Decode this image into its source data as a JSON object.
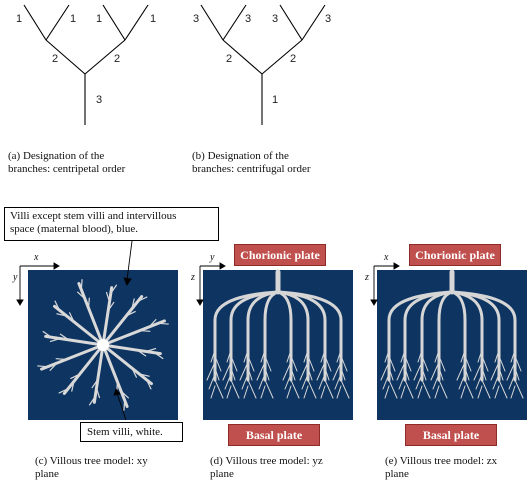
{
  "tree_a": {
    "labels": {
      "leaf_1": "1",
      "leaf_2": "1",
      "leaf_3": "1",
      "leaf_4": "1",
      "mid_left": "2",
      "mid_right": "2",
      "trunk": "3"
    },
    "caption_line1": "(a) Designation of the",
    "caption_line2": "branches: centripetal order"
  },
  "tree_b": {
    "labels": {
      "leaf_1": "3",
      "leaf_2": "3",
      "leaf_3": "3",
      "leaf_4": "3",
      "mid_left": "2",
      "mid_right": "2",
      "trunk": "1"
    },
    "caption_line1": "(b) Designation of the",
    "caption_line2": "branches: centrifugal order"
  },
  "callouts": {
    "villi_line1": "Villi except stem villi and intervillous",
    "villi_line2": "space (maternal blood), blue.",
    "stem": "Stem villi, white."
  },
  "panel_c": {
    "axis_h": "x",
    "axis_v": "y",
    "caption_line1": "(c) Villous tree model: xy",
    "caption_line2": "plane"
  },
  "panel_d": {
    "axis_h": "y",
    "axis_v": "z",
    "top_label": "Chorionic plate",
    "bottom_label": "Basal plate",
    "caption_line1": "(d) Villous tree model: yz",
    "caption_line2": "plane"
  },
  "panel_e": {
    "axis_h": "x",
    "axis_v": "z",
    "top_label": "Chorionic plate",
    "bottom_label": "Basal plate",
    "caption_line1": "(e) Villous tree model: zx",
    "caption_line2": "plane"
  },
  "colors": {
    "panel_bg": "#0e3461",
    "label_bg": "#c0504d",
    "villi": "#d8d8d8"
  }
}
